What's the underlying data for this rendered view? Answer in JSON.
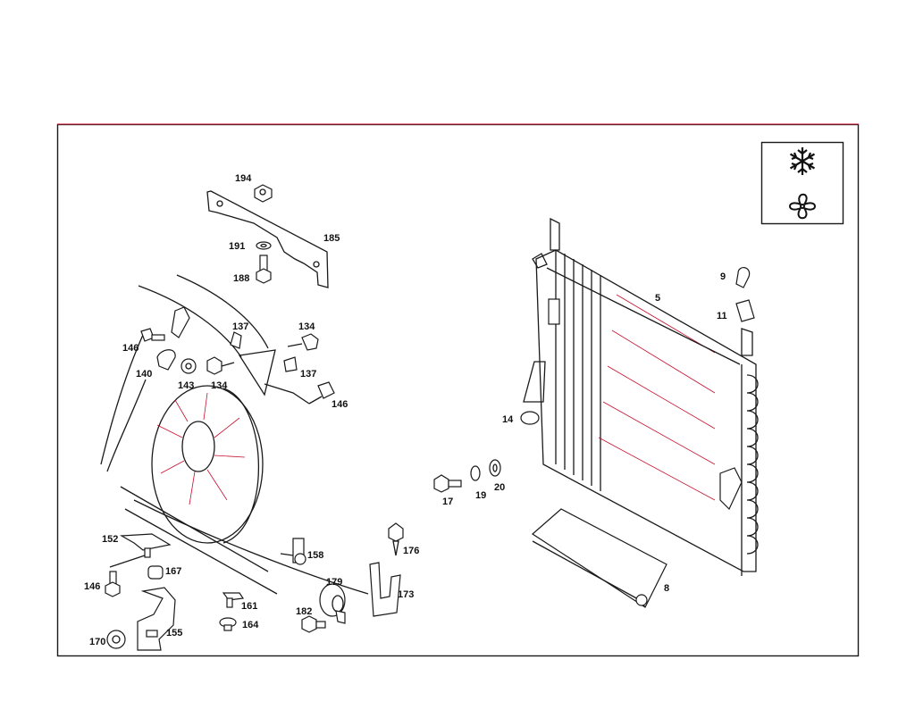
{
  "diagram": {
    "labels": [
      "194",
      "185",
      "191",
      "188",
      "137",
      "134",
      "146",
      "137",
      "140",
      "143",
      "134",
      "146",
      "5",
      "9",
      "11",
      "14",
      "17",
      "19",
      "20",
      "152",
      "167",
      "176",
      "158",
      "146",
      "179",
      "173",
      "8",
      "161",
      "182",
      "164",
      "155",
      "170"
    ],
    "legend_icons": [
      "snowflake-icon",
      "fan-icon"
    ],
    "colors": {
      "line": "#1a1a1a",
      "frame_tint": "#c8102e"
    }
  }
}
